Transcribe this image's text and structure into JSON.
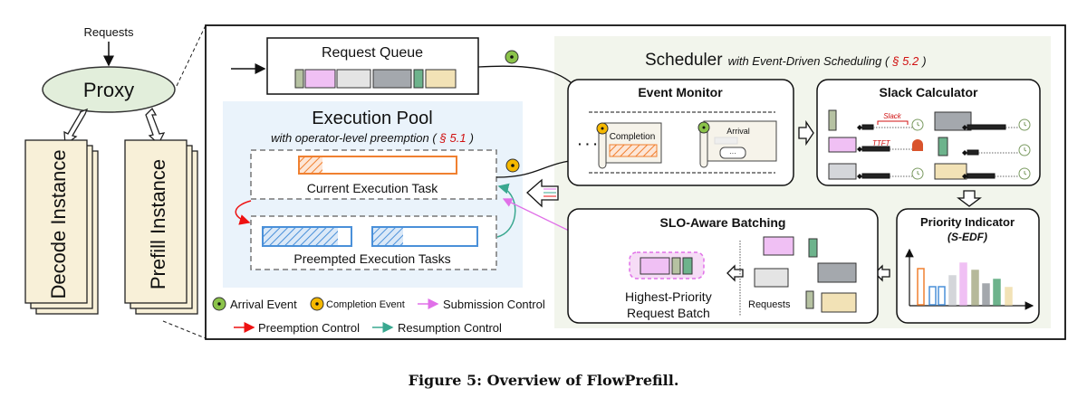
{
  "left": {
    "requests_label": "Requests",
    "proxy_label": "Proxy",
    "decode_label": "Decode Instance",
    "prefill_label": "Prefill Instance"
  },
  "queue": {
    "title": "Request Queue"
  },
  "pool": {
    "title": "Execution Pool",
    "subtitle": "with operator-level preemption (",
    "section": "§ 5.1",
    "subtitle_end": ")",
    "current_label": "Current Execution Task",
    "preempted_label": "Preempted Execution Tasks"
  },
  "scheduler": {
    "title": "Scheduler",
    "subtitle": "with Event-Driven Scheduling (",
    "section": "§ 5.2",
    "subtitle_end": ")",
    "event_monitor": {
      "title": "Event Monitor",
      "completion": "Completion",
      "arrival": "Arrival",
      "ellipsis": "· · ·",
      "db_dots": "···"
    },
    "slack_calculator": {
      "title": "Slack Calculator",
      "slack": "Slack",
      "ttft": "TTFT"
    },
    "priority_indicator": {
      "title": "Priority Indicator",
      "subtitle": "(S-EDF)"
    },
    "slo_batching": {
      "title": "SLO-Aware Batching",
      "batch_line1": "Highest-Priority",
      "batch_line2": "Request Batch",
      "requests": "Requests"
    }
  },
  "legend": {
    "arrival": "Arrival Event",
    "completion": "Completion Event",
    "submission": "Submission Control",
    "preemption": "Preemption Control",
    "resumption": "Resumption Control"
  },
  "colors": {
    "arrival": "#8bc34a",
    "completion": "#f5b800",
    "submission": "#e070e8",
    "preemption": "#ee1111",
    "resumption": "#3aa890",
    "current_task": "#f08030",
    "preempted_task": "#4a90d9",
    "pool_bg": "#eaf3fb",
    "scheduler_bg": "#f2f5ec"
  },
  "caption": "Figure 5: Overview of FlowPrefill."
}
